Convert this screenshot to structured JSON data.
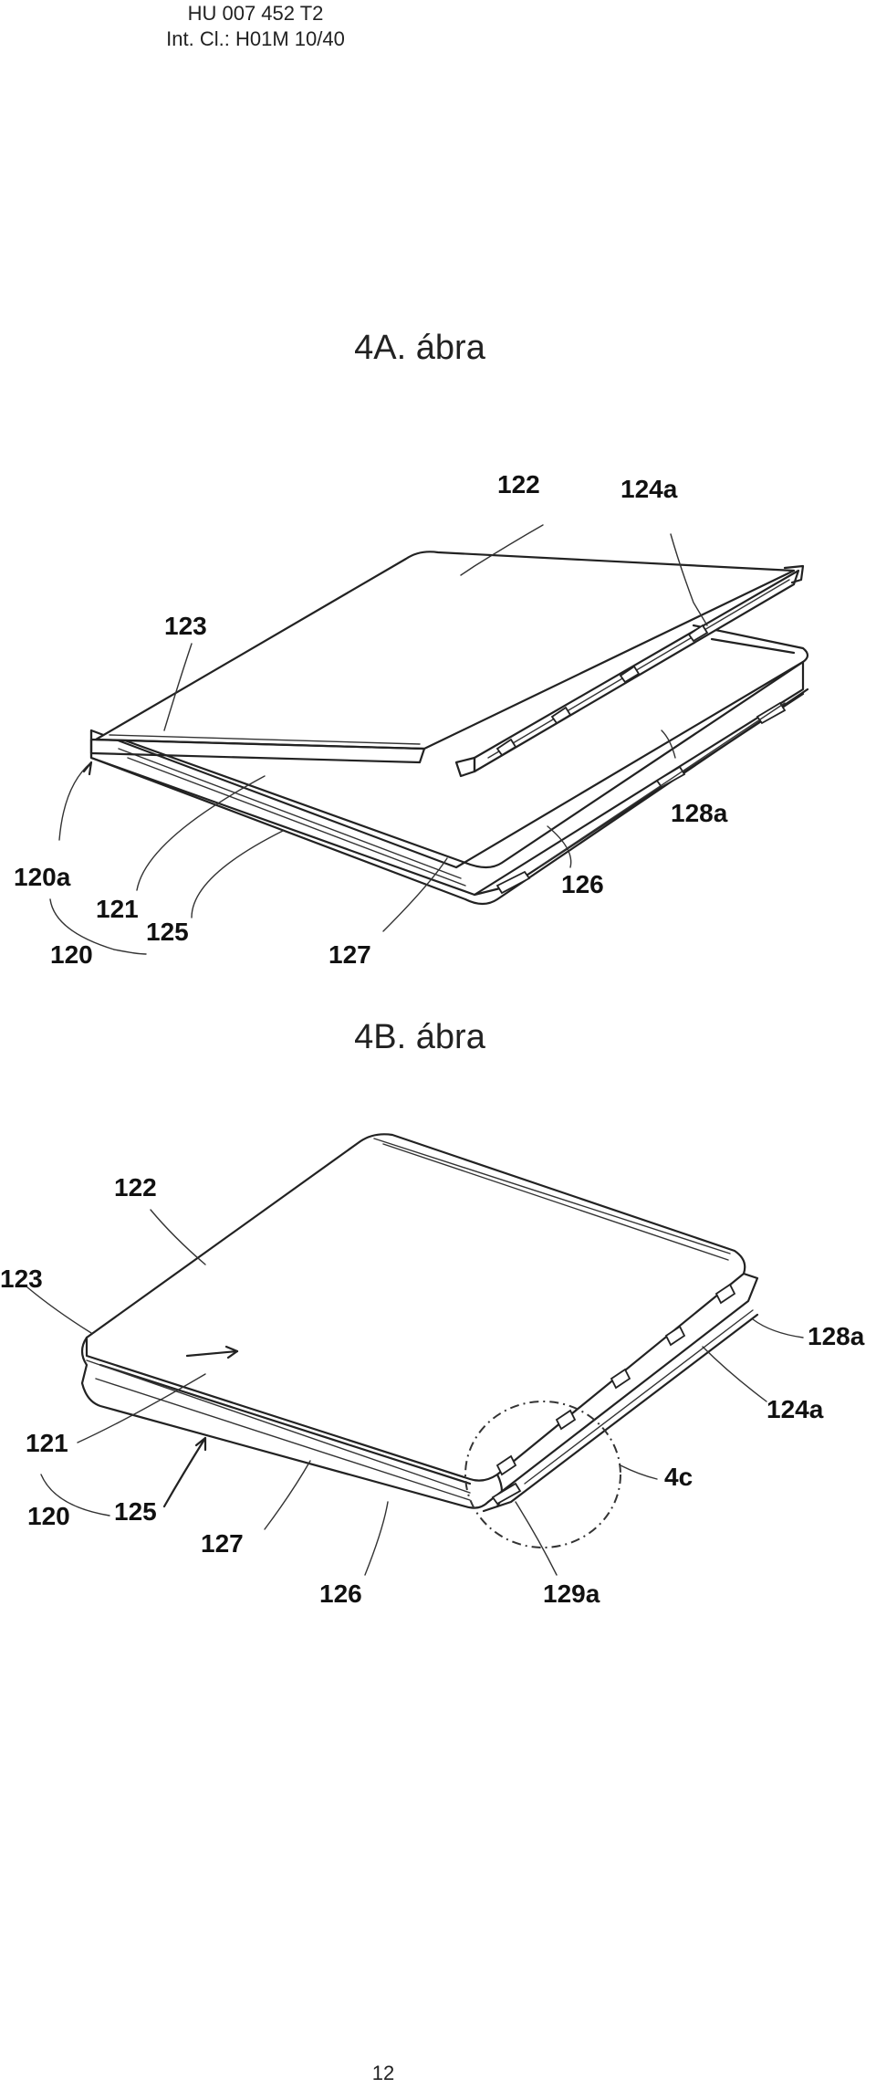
{
  "header": {
    "doc_number": "HU 007 452 T2",
    "classification": "Int. Cl.: H01M 10/40"
  },
  "figure_a": {
    "title": "4A. ábra",
    "labels": {
      "l122": "122",
      "l124a": "124a",
      "l123": "123",
      "l128a": "128a",
      "l120a": "120a",
      "l121": "121",
      "l126": "126",
      "l125": "125",
      "l120": "120",
      "l127": "127"
    }
  },
  "figure_b": {
    "title": "4B. ábra",
    "labels": {
      "l122": "122",
      "l123": "123",
      "l128a": "128a",
      "l124a": "124a",
      "l121": "121",
      "l4c": "4c",
      "l120": "120",
      "l125": "125",
      "l127": "127",
      "l126": "126",
      "l129a": "129a"
    }
  },
  "footer": {
    "page_number": "12"
  }
}
